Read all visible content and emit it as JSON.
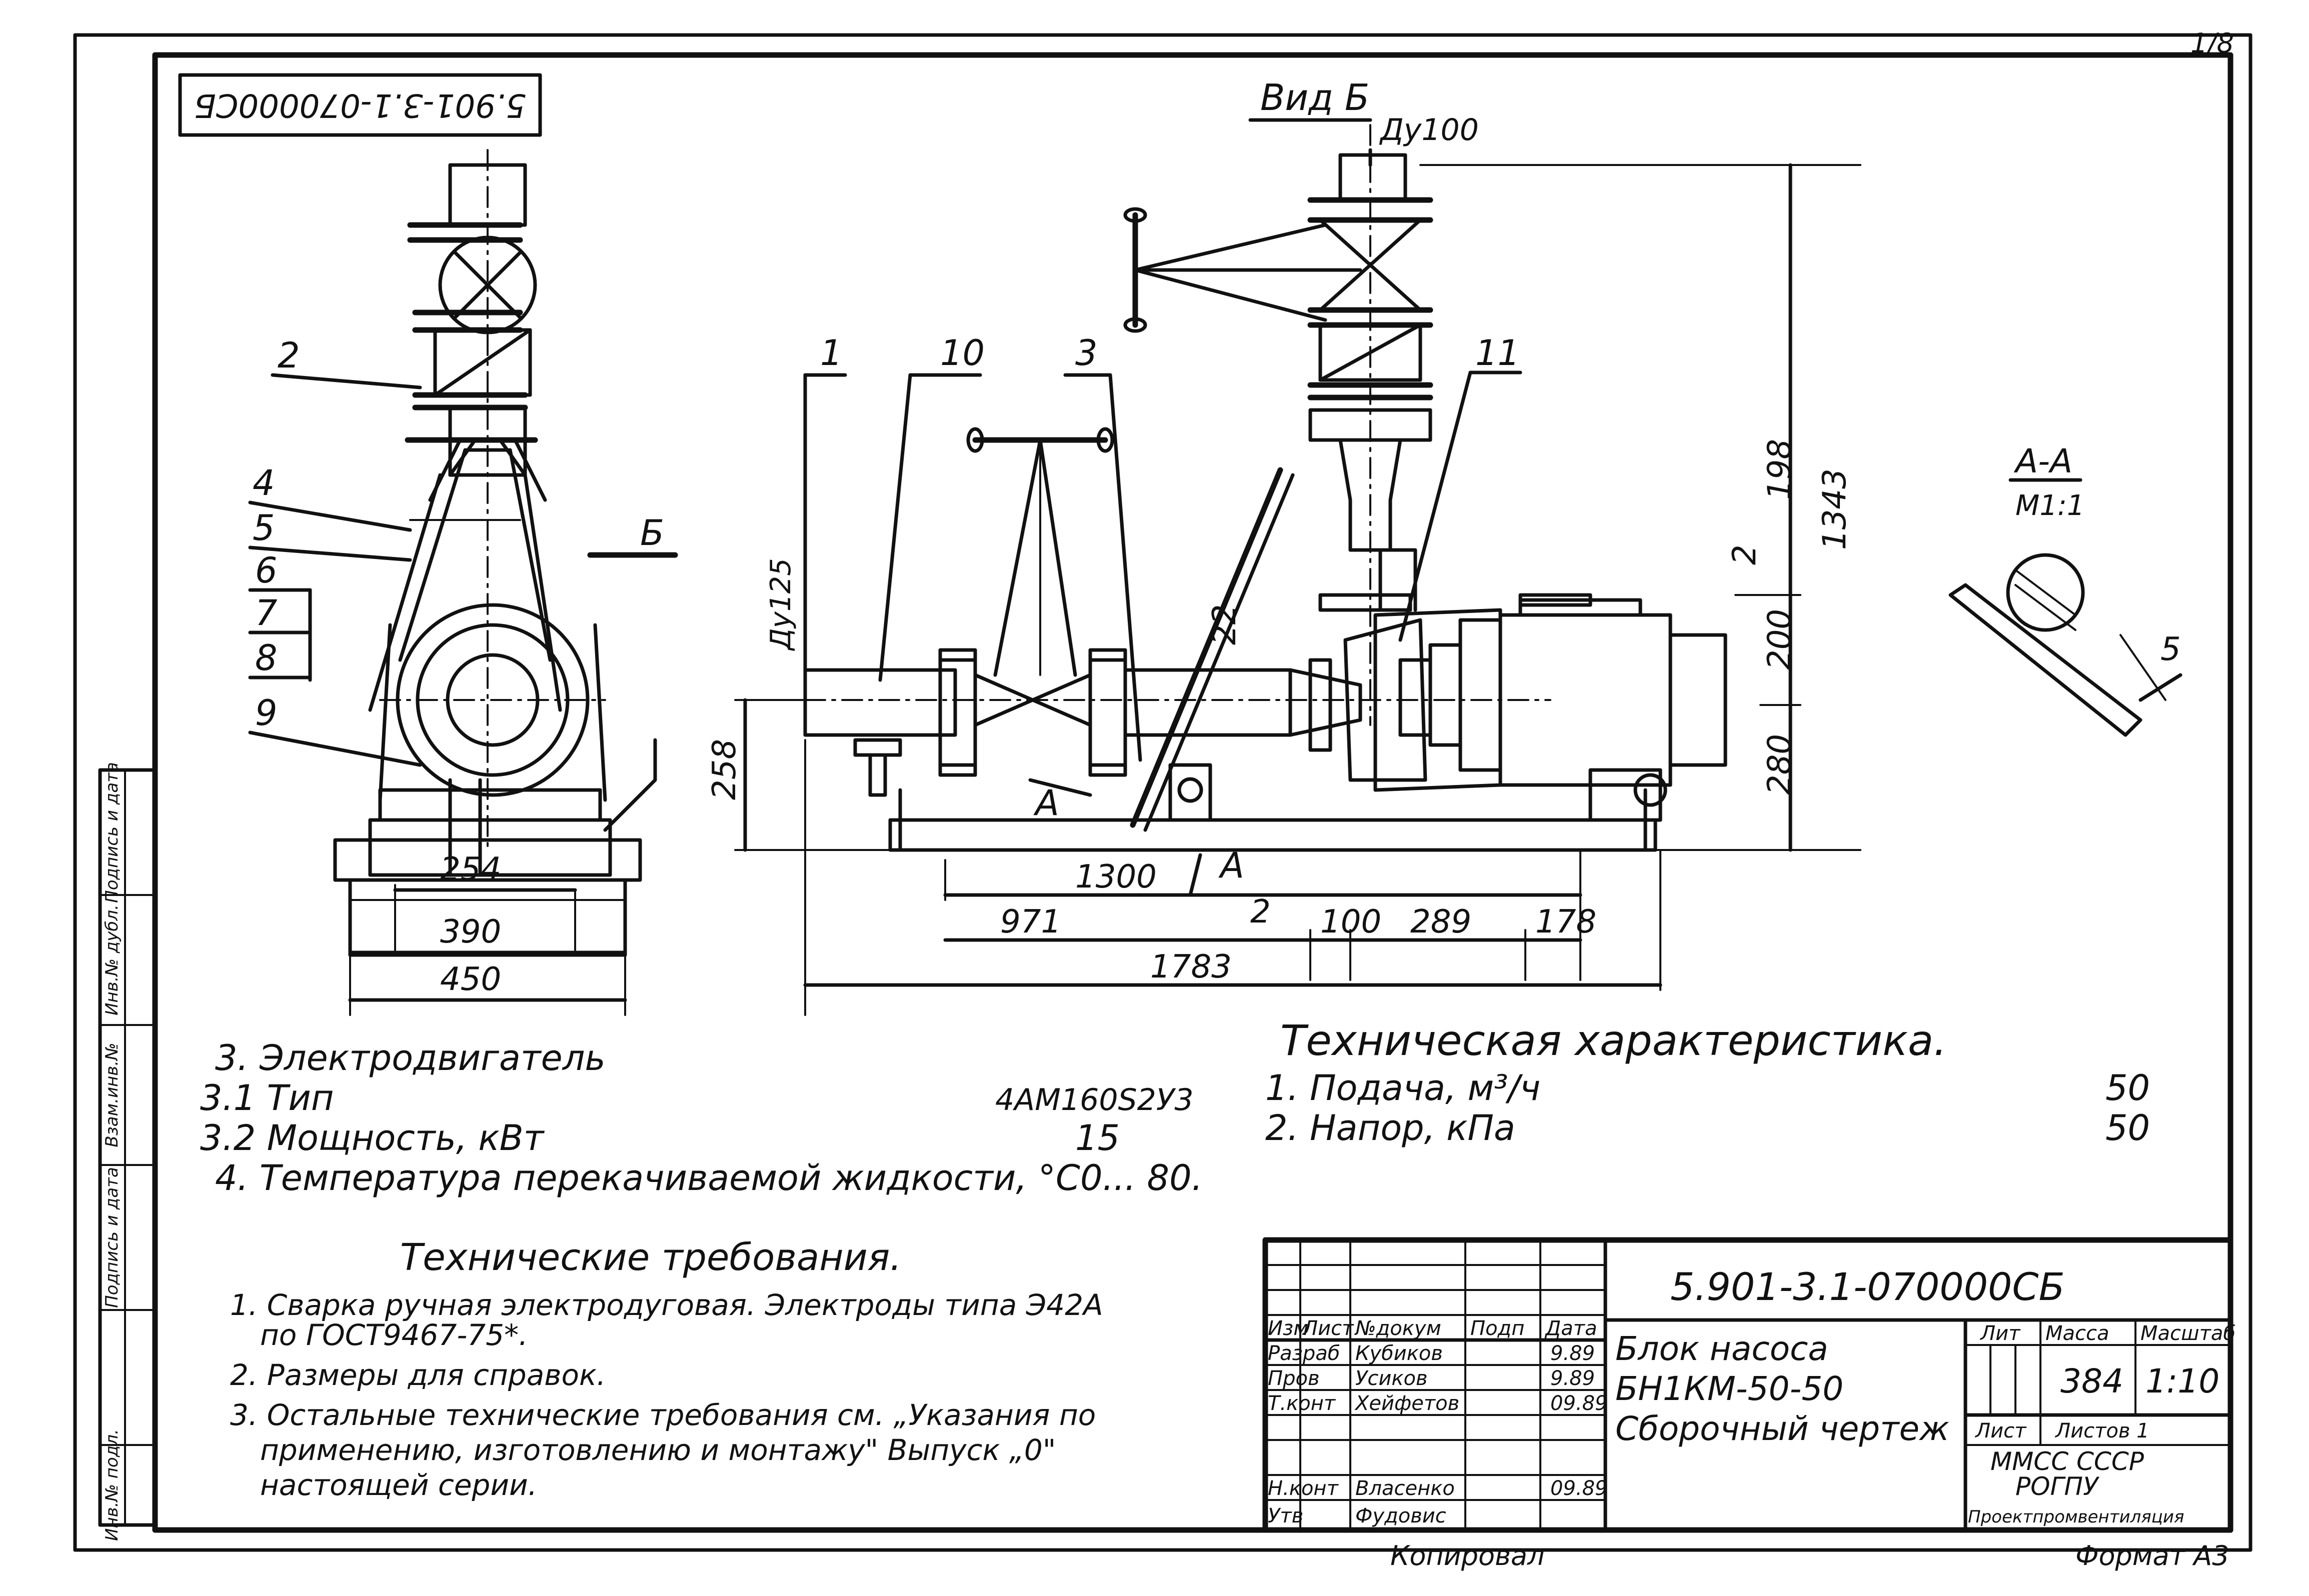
{
  "sheet": {
    "page_number": "1/8",
    "code_rotated": "5.901-3.1-070000СБ",
    "copied": "Копировал",
    "format": "Формат А3"
  },
  "side_view": {
    "callouts": [
      "2",
      "4",
      "5",
      "6",
      "7",
      "8",
      "9"
    ],
    "dims": {
      "d254": "254",
      "d390": "390",
      "d450": "450"
    },
    "view_arrow": "Б"
  },
  "front_view": {
    "callouts": {
      "c1": "1",
      "c10": "10",
      "c3": "3",
      "c11": "11"
    },
    "du125": "Ду125",
    "du100": "Ду100",
    "view_label": "Вид Б",
    "section_mark": "А",
    "dims": {
      "d1300": "1300",
      "d971": "971",
      "d100": "100",
      "d289": "289",
      "d178": "178",
      "d1783": "1783",
      "d258": "258",
      "d22": "22",
      "d2a": "2",
      "d2b": "2",
      "d280": "280",
      "d200": "200",
      "d198": "198",
      "d1343": "1343"
    }
  },
  "section": {
    "title": "А-А",
    "scale": "М1:1",
    "dim5": "5"
  },
  "motor_specs": {
    "l1": "3. Электродвигатель",
    "l2": "3.1 Тип",
    "l2v": "4АМ160S2У3",
    "l3": "3.2 Мощность, кВт",
    "l3v": "15",
    "l4": "4. Температура перекачиваемой жидкости, °С",
    "l4v": "0... 80."
  },
  "tech_char": {
    "title": "Техническая характеристика.",
    "l1": "1. Подача, м³/ч",
    "v1": "50",
    "l2": "2. Напор, кПа",
    "v2": "50"
  },
  "requirements": {
    "title": "Технические требования.",
    "r1a": "1. Сварка ручная электродуговая. Электроды типа Э42А",
    "r1b": "по ГОСТ9467-75*.",
    "r2": "2. Размеры для справок.",
    "r3a": "3. Остальные технические требования см. „Указания по",
    "r3b": "применению, изготовлению и монтажу\" Выпуск „0\"",
    "r3c": "настоящей серии."
  },
  "left_strip": {
    "s1": "Инв.№ подл.",
    "s2": "Подпись и дата",
    "s3": "Взам.инв.№",
    "s4": "Инв.№ дубл.",
    "s5": "Подпись и дата"
  },
  "title_block": {
    "designation": "5.901-3.1-070000СБ",
    "name_l1": "Блок насоса",
    "name_l2": "БН1КМ-50-50",
    "name_l3": "Сборочный чертеж",
    "hdr": {
      "izm": "Изм",
      "list": "Лист",
      "ndok": "№докум",
      "podp": "Подп",
      "data": "Дата"
    },
    "rows": [
      {
        "role": "Разраб",
        "name": "Кубиков",
        "date": "9.89"
      },
      {
        "role": "Пров",
        "name": "Усиков",
        "date": "9.89"
      },
      {
        "role": "Т.конт",
        "name": "Хейфетов",
        "date": "09.89"
      },
      {
        "role": "Н.конт",
        "name": "Власенко",
        "date": "09.89"
      },
      {
        "role": "Утв",
        "name": "Фудовис",
        "date": ""
      }
    ],
    "lit": "Лит",
    "massa": "Масса",
    "masshtab": "Масштаб",
    "mass_value": "384",
    "scale_value": "1:10",
    "sheet": "Лист",
    "sheets": "Листов 1",
    "org1": "ММСС СССР",
    "org2": "РОГПУ",
    "org3": "Проектпромвентиляция"
  }
}
